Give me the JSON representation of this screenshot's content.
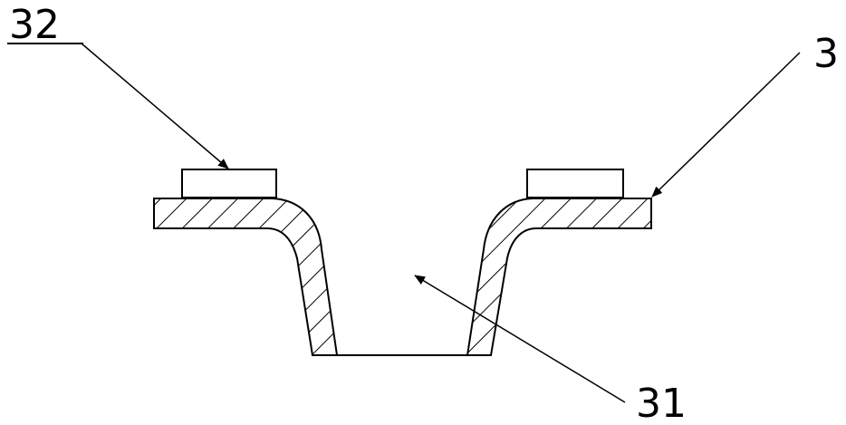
{
  "labels": {
    "part_32": "32",
    "part_3": "3",
    "part_31": "31"
  },
  "colors": {
    "line": "#000000",
    "background": "#ffffff"
  }
}
